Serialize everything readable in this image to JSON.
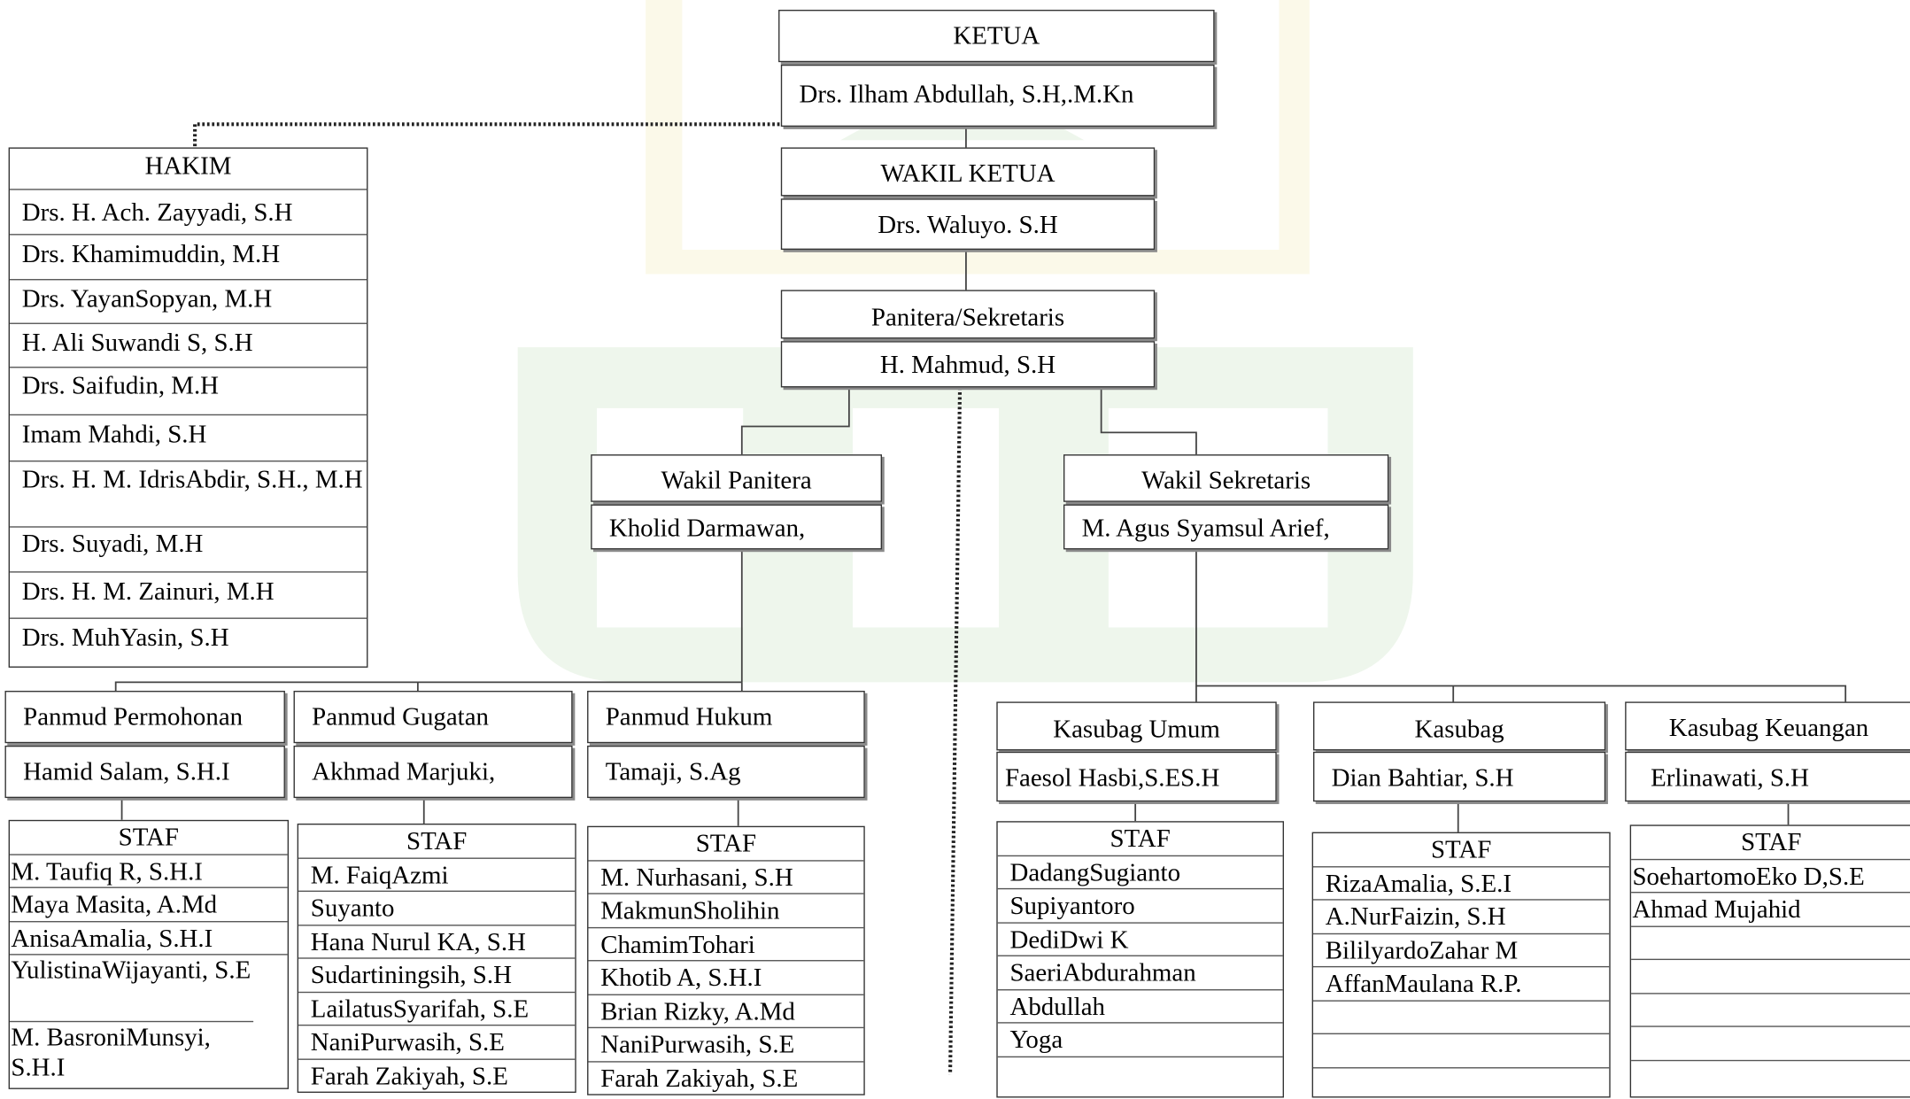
{
  "chairman": {
    "title": "KETUA",
    "name": "Drs. Ilham Abdullah, S.H,.M.Kn"
  },
  "vice_chairman": {
    "title": "WAKIL KETUA",
    "name": "Drs. Waluyo. S.H"
  },
  "registrar": {
    "title": "Panitera/Sekretaris",
    "name": "H. Mahmud, S.H"
  },
  "deputy_registrar": {
    "title": "Wakil Panitera",
    "name": "Kholid Darmawan,"
  },
  "deputy_secretary": {
    "title": "Wakil Sekretaris",
    "name": "M. Agus Syamsul  Arief,"
  },
  "judges": {
    "title": "HAKIM",
    "members": [
      "Drs. H. Ach. Zayyadi, S.H",
      "Drs. Khamimuddin, M.H",
      "Drs. YayanSopyan, M.H",
      "H. Ali Suwandi S, S.H",
      "Drs. Saifudin, M.H",
      "Imam Mahdi, S.H",
      "Drs. H. M. IdrisAbdir, S.H., M.H",
      "Drs. Suyadi, M.H",
      "Drs. H. M. Zainuri, M.H",
      "Drs. MuhYasin, S.H"
    ]
  },
  "units": [
    {
      "title": "Panmud Permohonan",
      "head": "Hamid Salam, S.H.I",
      "staff_title": "STAF",
      "staff": [
        "M. Taufiq R, S.H.I",
        "Maya Masita, A.Md",
        "AnisaAmalia, S.H.I",
        "YulistinaWijayanti, S.E",
        "M. BasroniMunsyi, S.H.I"
      ]
    },
    {
      "title": "Panmud Gugatan",
      "head": "Akhmad Marjuki,",
      "staff_title": "STAF",
      "staff": [
        "M. FaiqAzmi",
        "Suyanto",
        "Hana Nurul KA, S.H",
        "Sudartiningsih, S.H",
        "LailatusSyarifah, S.E",
        "NaniPurwasih, S.E",
        "Farah Zakiyah, S.E"
      ]
    },
    {
      "title": "Panmud Hukum",
      "head": "Tamaji, S.Ag",
      "staff_title": "STAF",
      "staff": [
        "M. Nurhasani, S.H",
        "MakmunSholihin",
        "ChamimTohari",
        "Khotib A, S.H.I",
        "Brian Rizky, A.Md",
        "NaniPurwasih, S.E",
        "Farah Zakiyah, S.E"
      ]
    },
    {
      "title": "Kasubag Umum",
      "head": "Faesol Hasbi,S.ES.H",
      "staff_title": "STAF",
      "staff": [
        "DadangSugianto",
        "Supiyantoro",
        "DediDwi K",
        "SaeriAbdurahman",
        "Abdullah",
        "Yoga",
        ""
      ]
    },
    {
      "title": "Kasubag",
      "head": "Dian Bahtiar, S.H",
      "staff_title": "STAF",
      "staff": [
        "RizaAmalia, S.E.I",
        "A.NurFaizin, S.H",
        "BililyardoZahar M",
        "AffanMaulana R.P.",
        "",
        "",
        ""
      ]
    },
    {
      "title": "Kasubag Keuangan",
      "head": "Erlinawati, S.H",
      "staff_title": "STAF",
      "staff": [
        "SoehartomoEko D,S.E",
        "Ahmad Mujahid",
        "",
        "",
        "",
        "",
        ""
      ]
    }
  ],
  "colors": {
    "watermark": "#eef6ec",
    "watermark_gold": "#fbf9e9",
    "line": "#333333",
    "shadow": "#8a8a8a"
  }
}
